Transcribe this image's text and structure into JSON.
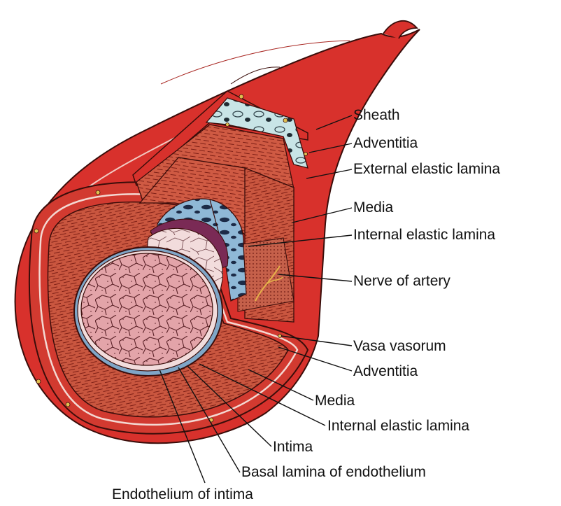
{
  "labels": {
    "sheath": "Sheath",
    "adventitia_top": "Adventitia",
    "external_elastic_lamina": "External elastic lamina",
    "media_top": "Media",
    "internal_elastic_lamina_top": "Internal elastic lamina",
    "nerve_of_artery": "Nerve of artery",
    "vasa_vasorum": "Vasa vasorum",
    "adventitia_bottom": "Adventitia",
    "media_bottom": "Media",
    "internal_elastic_lamina_bottom": "Internal elastic lamina",
    "intima": "Intima",
    "basal_lamina": "Basal lamina of endothelium",
    "endothelium": "Endothelium of intima"
  },
  "colors": {
    "vessel_red": "#d8312c",
    "muscle_red": "#c9563f",
    "outline": "#3a0d0a",
    "sheath_blue": "#bcdde0",
    "internal_lamina_blue": "#8fb8d6",
    "internal_lamina_purple": "#7a2a55",
    "endothelium_pink": "#e1a3a8",
    "cell_pale": "#f2dcdc",
    "leader_line": "#111111"
  }
}
